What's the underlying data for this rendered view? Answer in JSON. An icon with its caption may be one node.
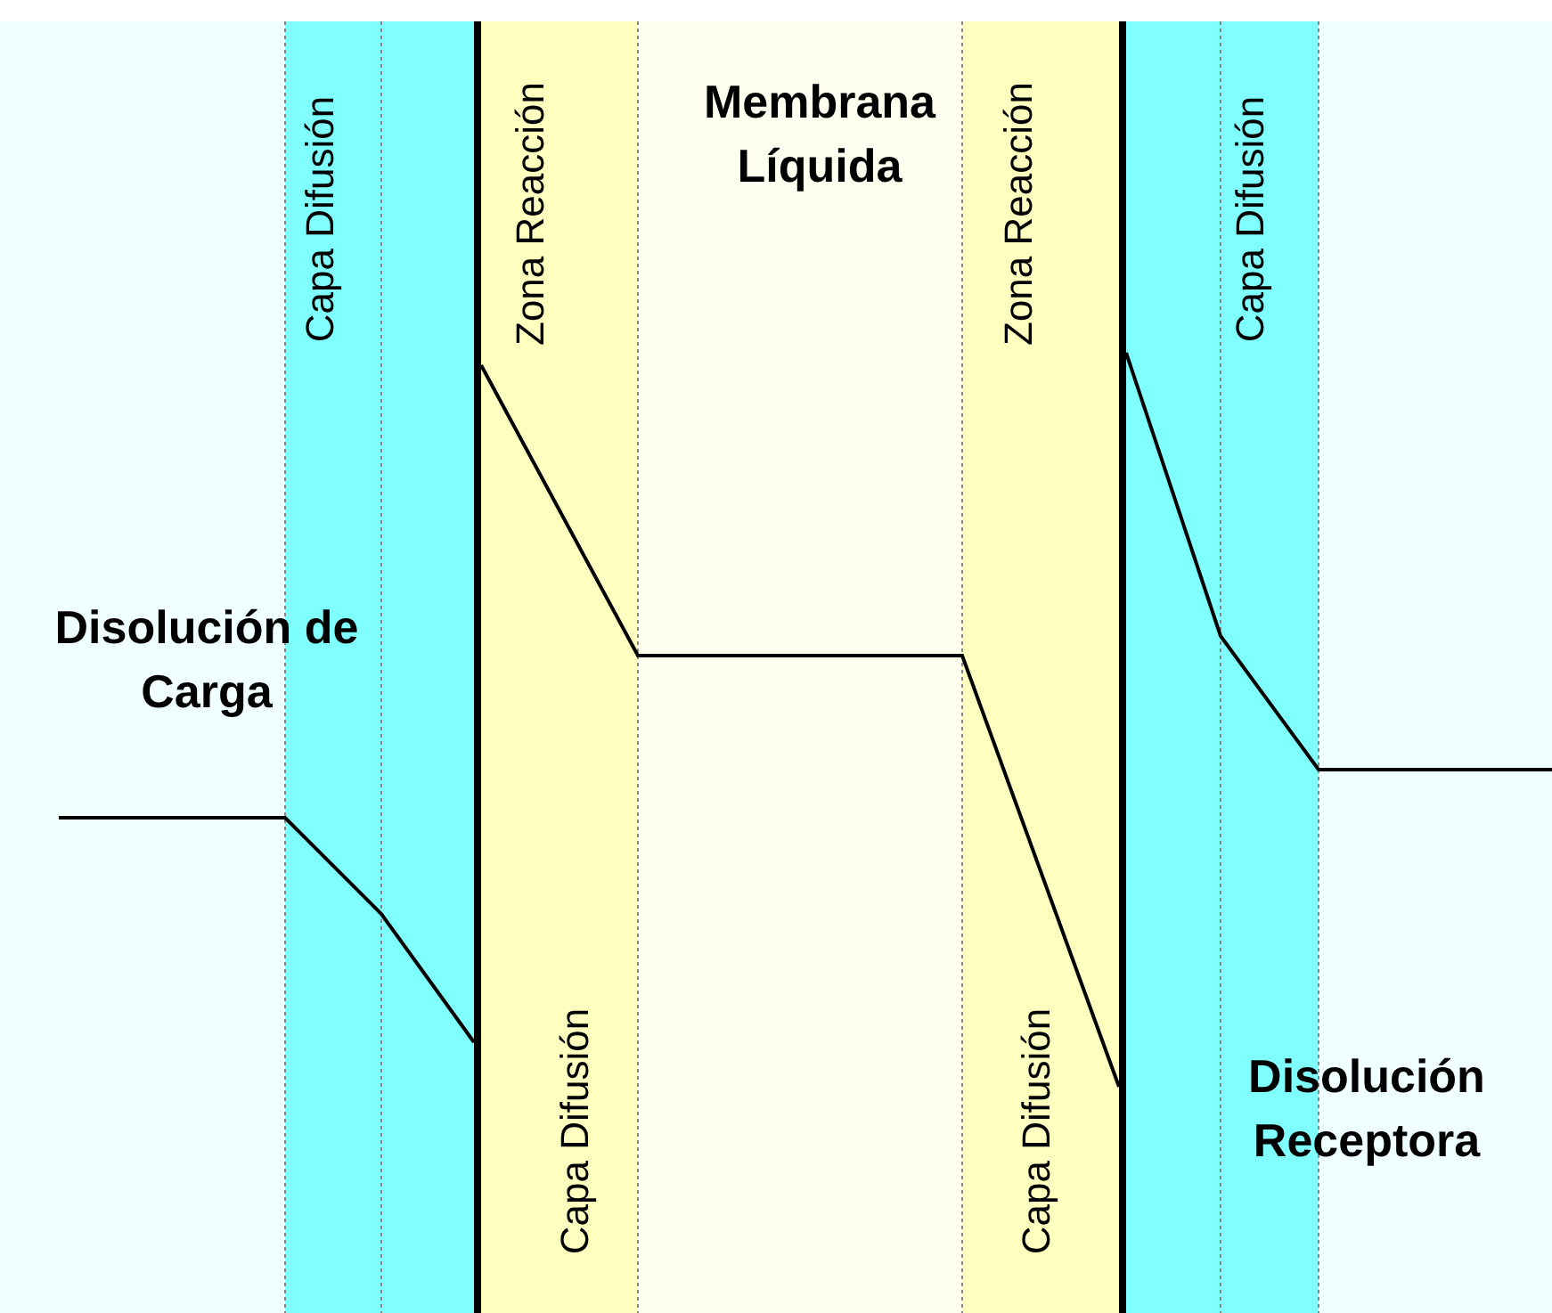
{
  "diagram": {
    "labels": [
      "Capa Difusión",
      "Zona Reacción",
      "Membrana Líquida",
      "Zona Reacción",
      "Capa Difusión",
      "Disolución de Carga",
      "Capa Difusión",
      "Capa Difusión",
      "Disolución Receptora"
    ]
  }
}
